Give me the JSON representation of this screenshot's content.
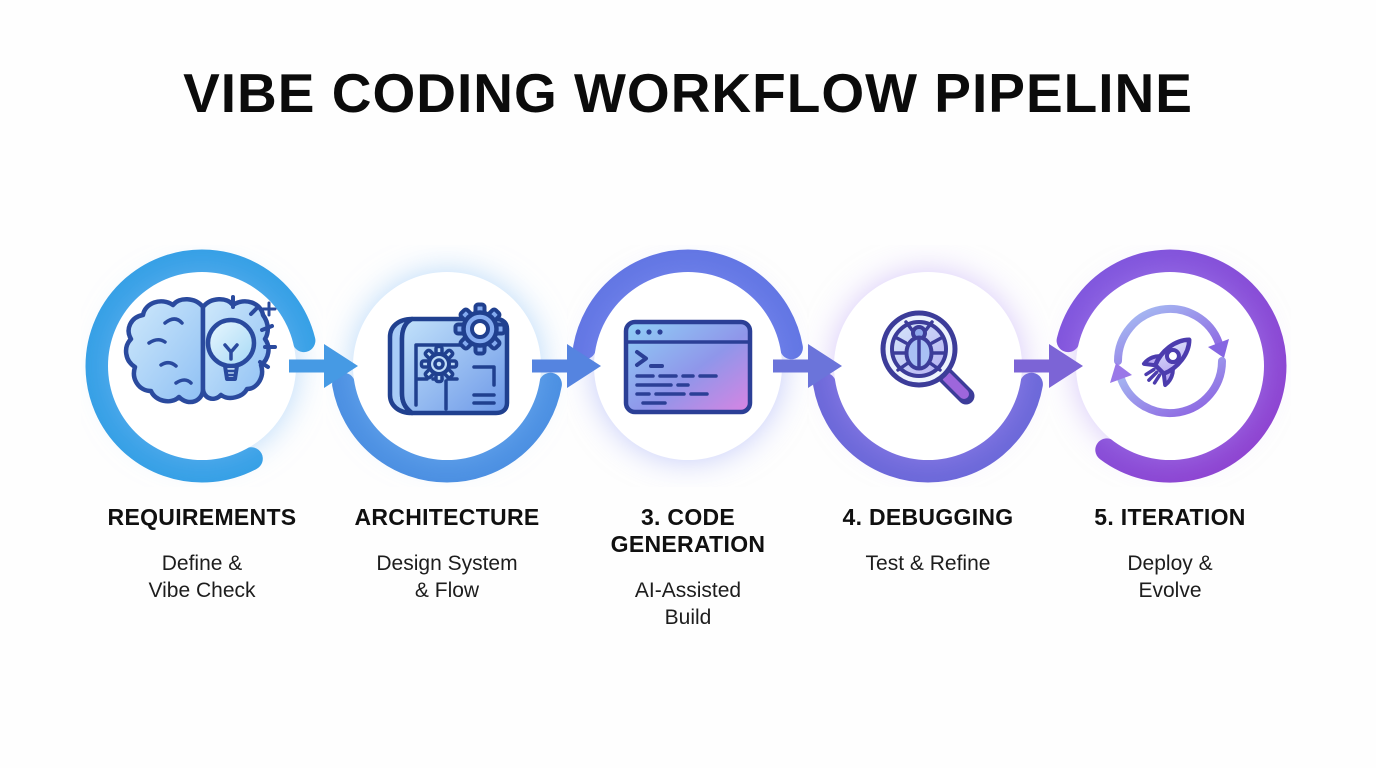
{
  "title": "VIBE CODING WORKFLOW PIPELINE",
  "steps": [
    {
      "title": "REQUIREMENTS",
      "subtitle": "Define &\nVibe Check",
      "icon": "brain-lightbulb-icon",
      "ring_color": "#35a0e6"
    },
    {
      "title": "ARCHITECTURE",
      "subtitle": "Design System\n& Flow",
      "icon": "blueprint-gears-icon",
      "ring_color": "#4b8fe2"
    },
    {
      "title": "3. CODE GENERATION",
      "subtitle": "AI-Assisted\nBuild",
      "icon": "code-window-icon",
      "ring_color": "#6276e4"
    },
    {
      "title": "4. DEBUGGING",
      "subtitle": "Test & Refine",
      "icon": "bug-magnifier-icon",
      "ring_color": "#6b68d9"
    },
    {
      "title": "5. ITERATION",
      "subtitle": "Deploy &\nEvolve",
      "icon": "rocket-cycle-icon",
      "ring_gradient": [
        "#7e58df",
        "#9040cf"
      ]
    }
  ],
  "arrows": [
    {
      "color": "#469ae4"
    },
    {
      "color": "#5584e0"
    },
    {
      "color": "#6b74da"
    },
    {
      "color": "#7c64d6"
    }
  ]
}
